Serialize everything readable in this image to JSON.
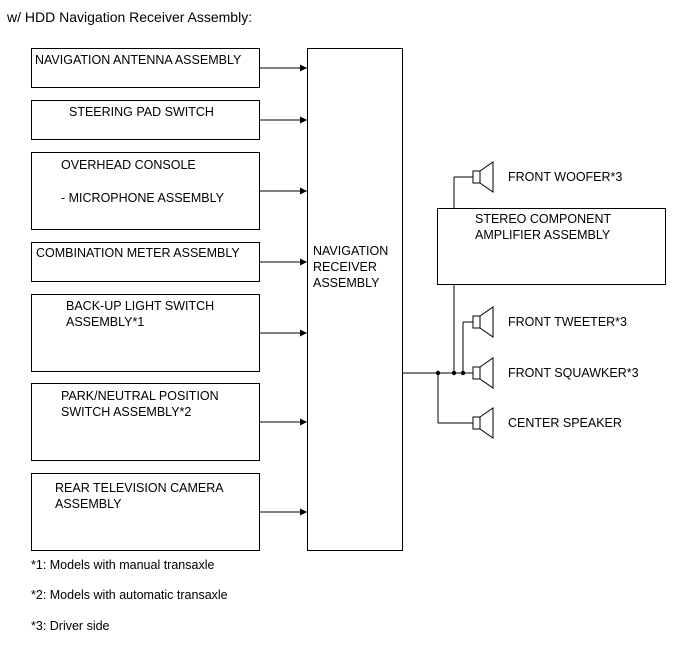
{
  "title": "w/ HDD Navigation Receiver Assembly:",
  "inputs": [
    {
      "lines": [
        "NAVIGATION ANTENNA ASSEMBLY"
      ]
    },
    {
      "lines": [
        "STEERING PAD SWITCH"
      ]
    },
    {
      "lines": [
        "OVERHEAD CONSOLE",
        "- MICROPHONE ASSEMBLY"
      ]
    },
    {
      "lines": [
        "COMBINATION METER ASSEMBLY"
      ]
    },
    {
      "lines": [
        "BACK-UP LIGHT SWITCH",
        "ASSEMBLY*1"
      ]
    },
    {
      "lines": [
        "PARK/NEUTRAL POSITION",
        "SWITCH ASSEMBLY*2"
      ]
    },
    {
      "lines": [
        "REAR TELEVISION CAMERA",
        "ASSEMBLY"
      ]
    }
  ],
  "receiver": {
    "lines": [
      "NAVIGATION",
      "RECEIVER",
      "ASSEMBLY"
    ]
  },
  "amplifier": {
    "lines": [
      "STEREO COMPONENT",
      "AMPLIFIER ASSEMBLY"
    ]
  },
  "speakers": [
    {
      "label": "FRONT WOOFER*3"
    },
    {
      "label": "FRONT TWEETER*3"
    },
    {
      "label": "FRONT SQUAWKER*3"
    },
    {
      "label": "CENTER SPEAKER"
    }
  ],
  "footnotes": [
    "*1: Models with manual transaxle",
    "*2: Models with automatic transaxle",
    "*3: Driver side"
  ]
}
